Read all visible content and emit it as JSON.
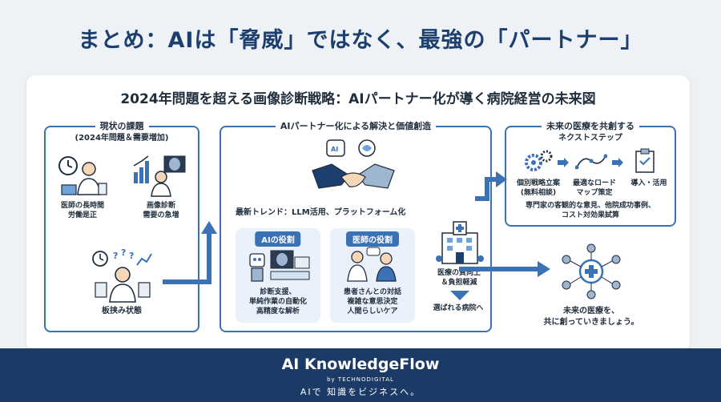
{
  "slide": {
    "title": "まとめ：AIは「脅威」ではなく、最強の「パートナー」"
  },
  "card": {
    "title": "2024年問題を超える画像診断戦略：AIパートナー化が導く病院経営の未来図"
  },
  "left_panel": {
    "heading_line1": "現状の課題",
    "heading_line2": "(2024年問題＆需要増加)",
    "item1_line1": "医師の長時間",
    "item1_line2": "労働是正",
    "item2_line1": "画像診断",
    "item2_line2": "需要の急増",
    "state_label": "板挟み状態"
  },
  "middle_panel": {
    "heading": "AIパートナー化による解決と価値創造",
    "trend": "最新トレンド：LLM活用、プラットフォーム化",
    "ai_role": {
      "title": "AIの役割",
      "line1": "診断支援、",
      "line2": "単純作業の自動化",
      "line3": "高精度な解析"
    },
    "doctor_role": {
      "title": "医師の役割",
      "line1": "患者さんとの対話",
      "line2": "複雑な意思決定",
      "line3": "人間らしいケア"
    },
    "hospital_line1": "医療の質向上",
    "hospital_line2": "＆負担軽減",
    "result": "選ばれる病院へ"
  },
  "right_panel": {
    "heading_line1": "未来の医療を共創する",
    "heading_line2": "ネクストステップ",
    "step1_line1": "個別戦略立案",
    "step1_line2": "(無料相談)",
    "step2_line1": "最適なロード",
    "step2_line2": "マップ策定",
    "step3": "導入・活用",
    "note_line1": "専門家の客観的な意見、他院成功事例、",
    "note_line2": "コスト対効果試算"
  },
  "future": {
    "line1": "未来の医療を、",
    "line2": "共に創っていきましょう。"
  },
  "footer": {
    "brand": "AI KnowledgeFlow",
    "by": "by TECHNODIGITAL",
    "tagline": "AIで 知識をビジネスへ。"
  },
  "colors": {
    "primary": "#3a72b5",
    "navy": "#1c3a66",
    "title": "#1c3f6e"
  }
}
